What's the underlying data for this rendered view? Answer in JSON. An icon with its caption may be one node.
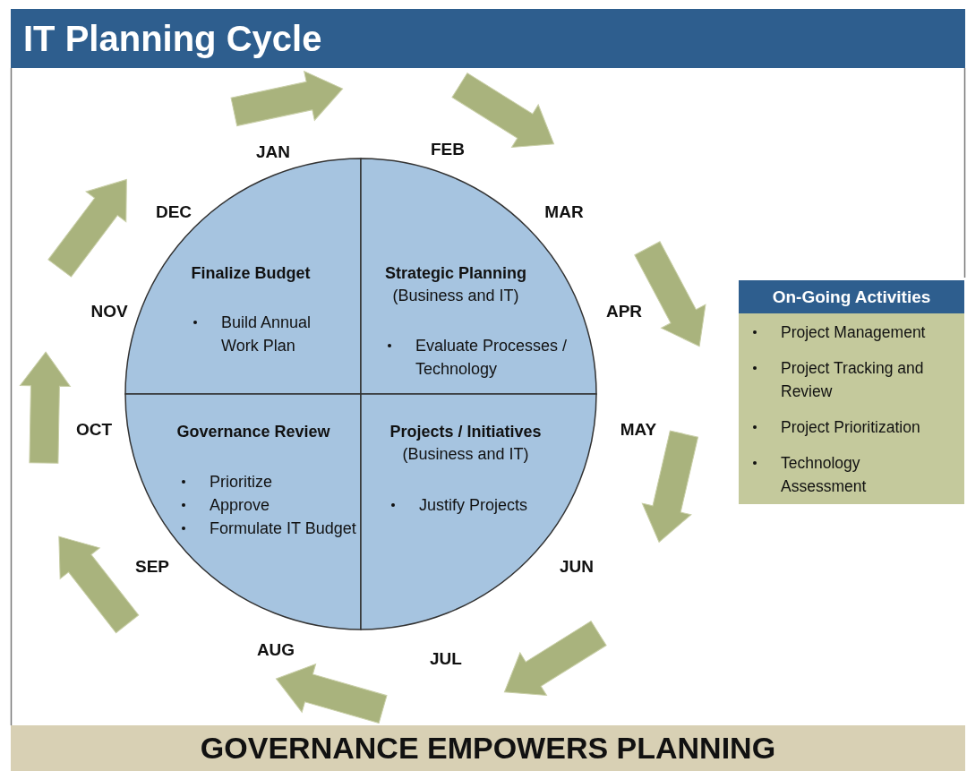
{
  "diagram": {
    "title": "IT Planning Cycle",
    "nodes": [
      {
        "text": [],
        "shape": "circle"
      },
      {
        "text": [
          "Finalize Budget",
          "Build Annual Work Plan"
        ],
        "in": 0
      },
      {
        "text": [
          "Strategic Planning",
          "(Business and IT)",
          "Evaluate Processes / Technology"
        ],
        "in": 0
      },
      {
        "text": [
          "Governance Review",
          "Prioritize",
          "Approve",
          "Formulate IT Budget"
        ],
        "in": 0
      },
      {
        "text": [
          "Projects / Initiatives",
          "(Business and IT)",
          "Justify Projects"
        ],
        "in": 0
      },
      {
        "text": [
          "On-Going Activities",
          "Project Management",
          "Project Tracking and Review",
          "Project Prioritization",
          "Technology Assessment"
        ]
      },
      {
        "text": [
          "GOVERNANCE EMPOWERS PLANNING"
        ]
      }
    ],
    "edges": [],
    "labels": [
      "JAN",
      "FEB",
      "MAR",
      "APR",
      "MAY",
      "JUN",
      "JUL",
      "AUG",
      "SEP",
      "OCT",
      "NOV",
      "DEC"
    ]
  }
}
